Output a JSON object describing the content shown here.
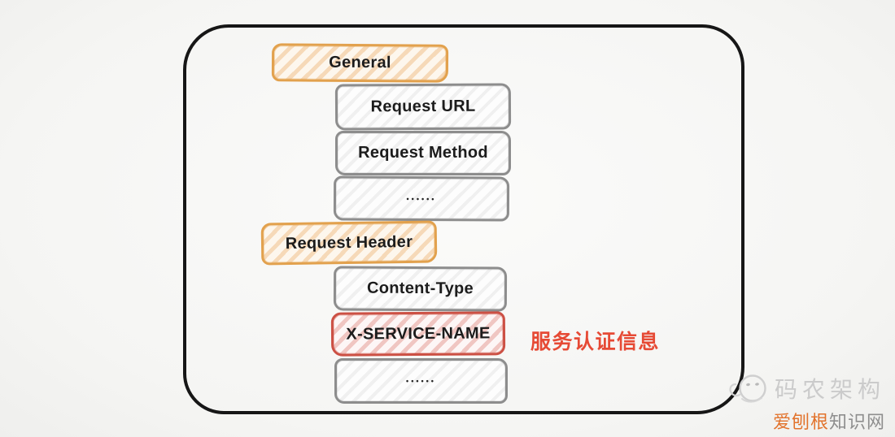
{
  "canvas": {
    "background": "#f6f6f4"
  },
  "diagram": {
    "type": "hand-drawn stack diagram of HTTP request structure",
    "outline_color": "#161616",
    "nodes": [
      {
        "label": "General",
        "variant": "orange",
        "role": "section"
      },
      {
        "label": "Request URL",
        "variant": "gray",
        "role": "field"
      },
      {
        "label": "Request Method",
        "variant": "gray",
        "role": "field"
      },
      {
        "label": "••••••",
        "variant": "gray",
        "role": "ellipsis"
      },
      {
        "label": "Request Header",
        "variant": "orange",
        "role": "section"
      },
      {
        "label": "Content-Type",
        "variant": "gray",
        "role": "field"
      },
      {
        "label": "X-SERVICE-NAME",
        "variant": "red",
        "role": "highlighted-field"
      },
      {
        "label": "••••••",
        "variant": "gray",
        "role": "ellipsis"
      }
    ],
    "colors": {
      "section_border": "#e2a14d",
      "field_border": "#8d8d8d",
      "highlight_border": "#cc5044"
    },
    "annotation": {
      "text": "服务认证信息",
      "color": "#e64a35"
    }
  },
  "watermark": {
    "icon": "smiley-face-icon",
    "brand": "码农架构",
    "site_prefix": "爱刨根",
    "site_suffix": "知识网",
    "brand_color": "#cbcbcb",
    "prefix_color": "#e2732c",
    "suffix_color": "#8e8e8e"
  }
}
